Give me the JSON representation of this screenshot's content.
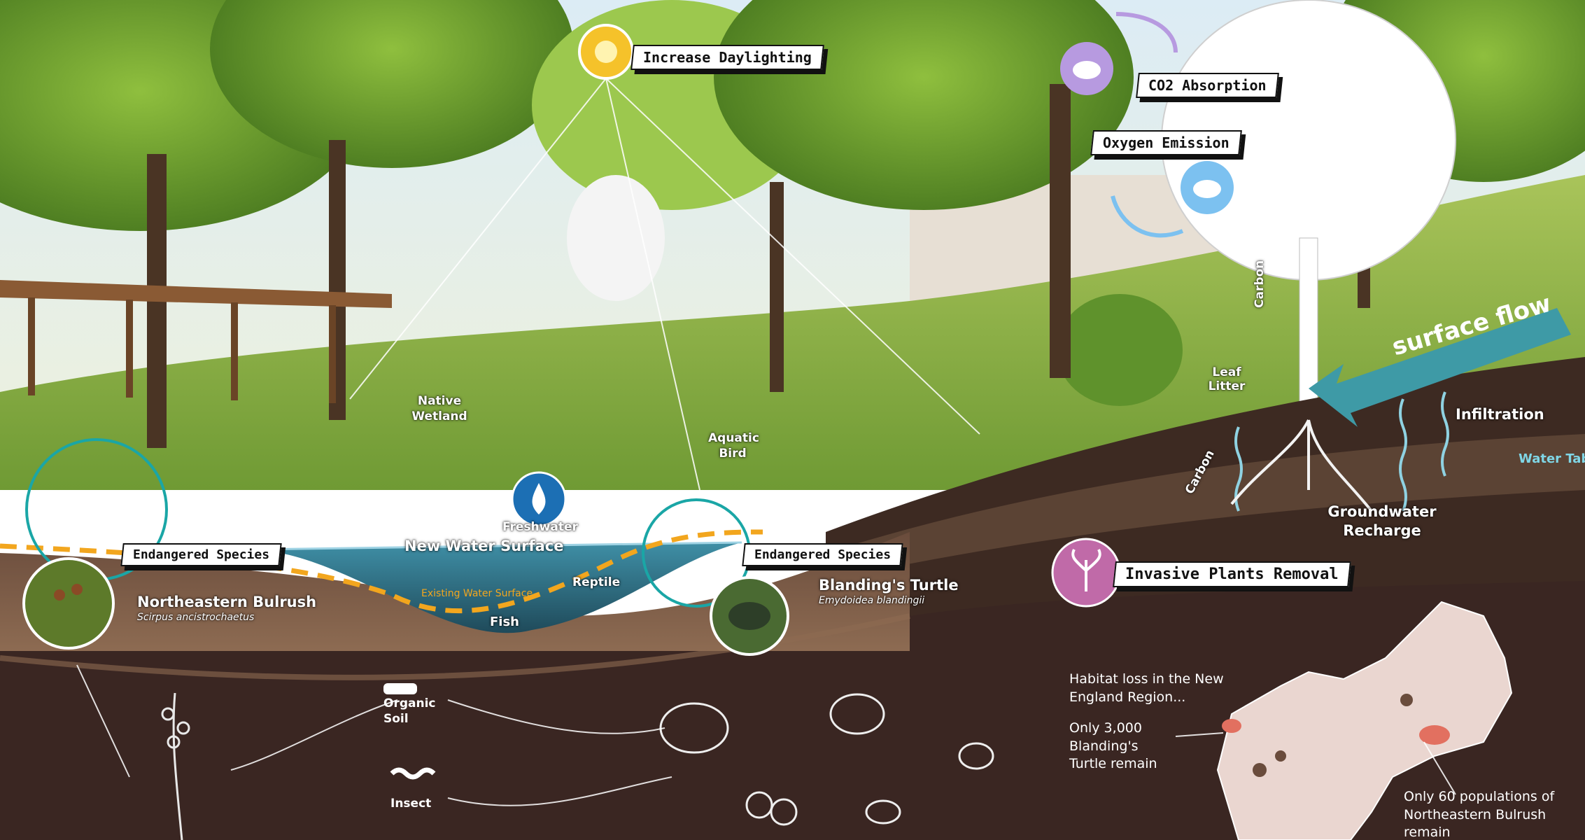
{
  "labels": {
    "increase_daylighting": "Increase Daylighting",
    "co2_absorption": "CO2 Absorption",
    "oxygen_emission": "Oxygen Emission",
    "surface_flow": "surface flow",
    "infiltration": "Infiltration",
    "water_table": "Water Tab",
    "leaf_litter": "Leaf Litter",
    "carbon_top": "Carbon",
    "carbon_roots": "Carbon",
    "groundwater_recharge": "Groundwater Recharge",
    "invasive_plants_removal": "Invasive Plants Removal",
    "native_wetland": "Native Wetland",
    "aquatic_bird": "Aquatic Bird",
    "freshwater": "Freshwater",
    "new_water_surface": "New Water Surface",
    "existing_water_surface": "Existing Water Surface",
    "reptile": "Reptile",
    "fish": "Fish",
    "endangered_left": "Endangered Species",
    "endangered_right": "Endangered Species",
    "bulrush_common": "Northeastern Bulrush",
    "bulrush_latin": "Scirpus ancistrochaetus",
    "turtle_common": "Blanding's Turtle",
    "turtle_latin": "Emydoidea blandingii",
    "organic_soil": "Organic Soil",
    "insect": "Insect",
    "habitat_loss": "Habitat loss in the New England Region...",
    "turtle_remain": "Only 3,000 Blanding's Turtle remain",
    "bulrush_remain": "Only 60 populations of Northeastern Bulrush remain"
  },
  "icons": [
    "sun-icon",
    "co2-cloud-icon",
    "oxygen-cloud-icon",
    "water-drop-icon",
    "invasive-plant-icon",
    "worm-icon",
    "soil-icon"
  ],
  "colors": {
    "soil_dark": "#3a2622",
    "accent_orange": "#f2a61e",
    "teal_ring": "#1aa6a6",
    "surface_flow_arrow": "#3e9aa6",
    "purple_co2": "#b79ae0",
    "pink_invasive": "#c06aa8",
    "blue_drop": "#1c6fb4",
    "blue_oxygen": "#7cc1f0"
  }
}
